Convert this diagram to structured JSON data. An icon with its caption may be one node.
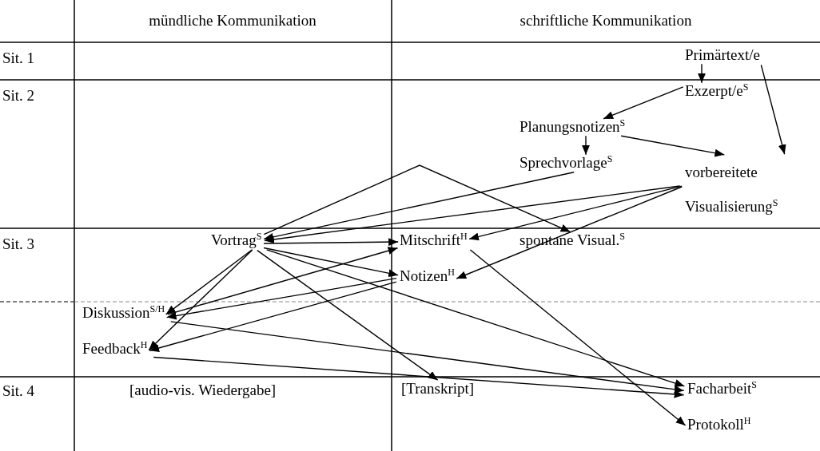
{
  "diagram": {
    "nodes": [
      {
        "text": [
          "Primärtext/e"
        ]
      },
      {
        "text": [
          "Exzerpt/e$^{S}$"
        ]
      },
      {
        "text": [
          "Planungsnotizen$^{S}$"
        ]
      },
      {
        "text": [
          "Sprechvorlage$^{S}$"
        ]
      },
      {
        "text": [
          "vorbereitete Visualisierung$^{S}$"
        ]
      },
      {
        "text": [
          "Vortrag$^{S}$"
        ]
      },
      {
        "text": [
          "Mitschrift$^{H}$"
        ]
      },
      {
        "text": [
          "spontane Visual.$^{S}$"
        ]
      },
      {
        "text": [
          "Notizen$^{H}$"
        ]
      },
      {
        "text": [
          "Diskussion$^{S/H}$"
        ]
      },
      {
        "text": [
          "Feedback$^{H}$"
        ]
      },
      {
        "text": [
          "[Transkript]"
        ]
      },
      {
        "text": [
          "Facharbeit$^{S}$"
        ]
      },
      {
        "text": [
          "Protokoll$^{H}$"
        ]
      }
    ],
    "edges": [
      {
        "from": 0,
        "to": 1,
        "arrow": "to"
      },
      {
        "from": 0,
        "to": 4,
        "arrow": "to"
      },
      {
        "from": 1,
        "to": 2,
        "arrow": "to"
      },
      {
        "from": 2,
        "to": 3,
        "arrow": "to"
      },
      {
        "from": 2,
        "to": 4,
        "arrow": "to"
      },
      {
        "from": 3,
        "to": 5,
        "arrow": "to"
      },
      {
        "from": 4,
        "to": 5,
        "arrow": "to"
      },
      {
        "from": 4,
        "to": 6,
        "arrow": "to"
      },
      {
        "from": 4,
        "to": 8,
        "arrow": "to"
      },
      {
        "from": 5,
        "to": 7,
        "arrow": "to"
      },
      {
        "from": 5,
        "to": 6,
        "arrow": "to"
      },
      {
        "from": 5,
        "to": 8,
        "arrow": "to"
      },
      {
        "from": 5,
        "to": 9,
        "arrow": "to"
      },
      {
        "from": 5,
        "to": 10,
        "arrow": "to"
      },
      {
        "from": 5,
        "to": 11,
        "arrow": "to"
      },
      {
        "from": 5,
        "to": 12,
        "arrow": "to"
      },
      {
        "from": 9,
        "to": 6,
        "arrow": "to"
      },
      {
        "from": 8,
        "to": 9,
        "arrow": "to"
      },
      {
        "from": 8,
        "to": 10,
        "arrow": "to"
      },
      {
        "from": 9,
        "to": 12,
        "arrow": "to"
      },
      {
        "from": 10,
        "to": 12,
        "arrow": "to"
      },
      {
        "from": 6,
        "to": 13,
        "arrow": "to"
      }
    ],
    "labels": [
      "mündliche Kommunikation",
      "schriftliche Kommunikation",
      "Sit. 1",
      "Sit. 2",
      "Sit. 3",
      "Sit. 4",
      "[audio-vis. Wiedergabe]"
    ]
  }
}
